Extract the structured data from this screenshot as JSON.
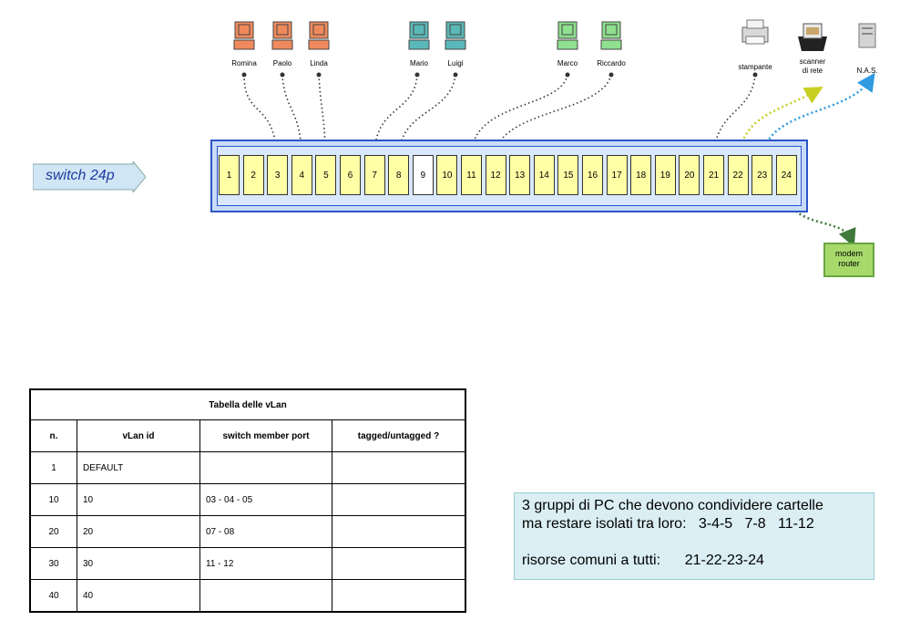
{
  "switch_label": "switch 24p",
  "ports": [
    "1",
    "2",
    "3",
    "4",
    "5",
    "6",
    "7",
    "8",
    "9",
    "10",
    "11",
    "12",
    "13",
    "14",
    "15",
    "16",
    "17",
    "18",
    "19",
    "20",
    "21",
    "22",
    "23",
    "24"
  ],
  "selected_port": "9",
  "pcs": [
    {
      "name": "Romina",
      "color": "#f08a5d"
    },
    {
      "name": "Paolo",
      "color": "#f08a5d"
    },
    {
      "name": "Linda",
      "color": "#f08a5d"
    },
    {
      "name": "Mario",
      "color": "#5bb8b8"
    },
    {
      "name": "Luigi",
      "color": "#5bb8b8"
    },
    {
      "name": "Marco",
      "color": "#8fe08f"
    },
    {
      "name": "Riccardo",
      "color": "#8fe08f"
    }
  ],
  "devices": {
    "printer": "stampante",
    "scanner": "scanner\ndi rete",
    "nas": "N.A.S."
  },
  "modem": "modem\nrouter",
  "table": {
    "title": "Tabella delle vLan",
    "headers": [
      "n.",
      "vLan id",
      "switch member port",
      "tagged/untagged  ?"
    ],
    "rows": [
      [
        "1",
        "DEFAULT",
        "",
        ""
      ],
      [
        "10",
        "10",
        "03 - 04 - 05",
        ""
      ],
      [
        "20",
        "20",
        "07 - 08",
        ""
      ],
      [
        "30",
        "30",
        "11 - 12",
        ""
      ],
      [
        "40",
        "40",
        "",
        ""
      ]
    ]
  },
  "note": {
    "line1": "3 gruppi di PC che devono condividere cartelle",
    "line2": "ma restare isolati tra loro:   3-4-5   7-8   11-12",
    "line3": "risorse comuni a tutti:      21-22-23-24"
  }
}
